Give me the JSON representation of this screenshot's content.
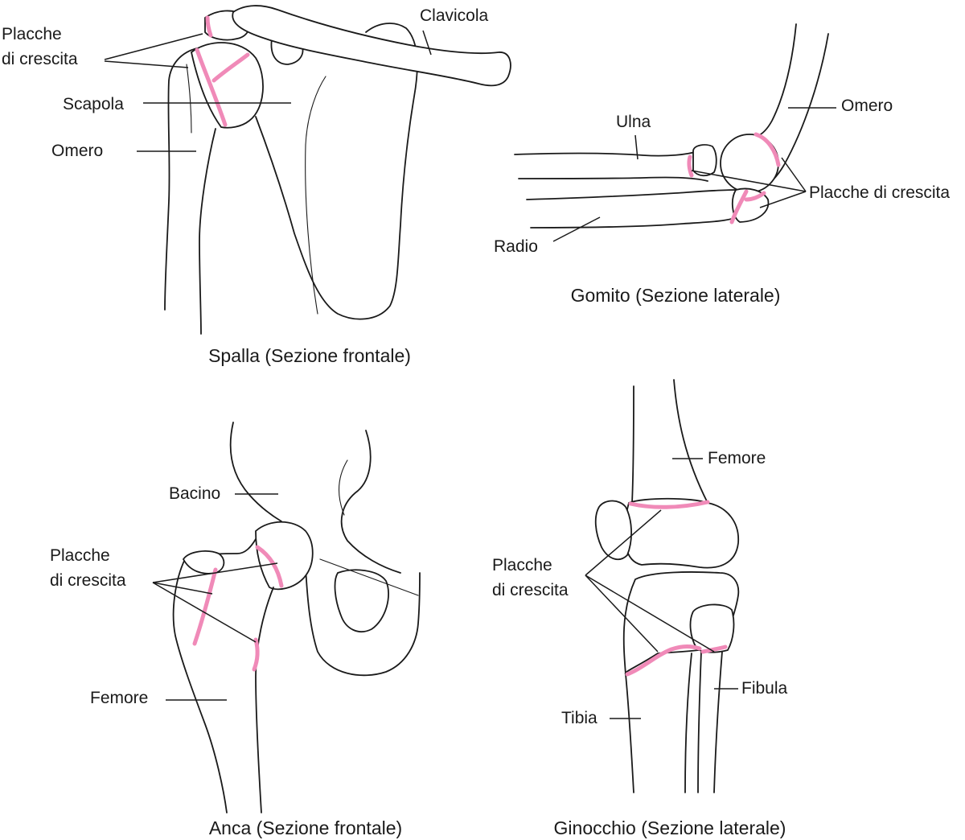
{
  "colors": {
    "growth_plate": "#f08ab8",
    "line": "#1a1a1a"
  },
  "shoulder": {
    "caption": "Spalla (Sezione frontale)",
    "labels": {
      "growth_plates_1": "Placche",
      "growth_plates_2": "di crescita",
      "clavicle": "Clavicola",
      "scapula": "Scapola",
      "humerus": "Omero"
    }
  },
  "elbow": {
    "caption": "Gomito (Sezione laterale)",
    "labels": {
      "humerus": "Omero",
      "ulna": "Ulna",
      "growth_plates": "Placche di crescita",
      "radius": "Radio"
    }
  },
  "hip": {
    "caption": "Anca (Sezione frontale)",
    "labels": {
      "pelvis": "Bacino",
      "growth_plates_1": "Placche",
      "growth_plates_2": "di crescita",
      "femur": "Femore"
    }
  },
  "knee": {
    "caption": "Ginocchio (Sezione laterale)",
    "labels": {
      "femur": "Femore",
      "growth_plates_1": "Placche",
      "growth_plates_2": "di crescita",
      "fibula": "Fibula",
      "tibia": "Tibia"
    }
  }
}
